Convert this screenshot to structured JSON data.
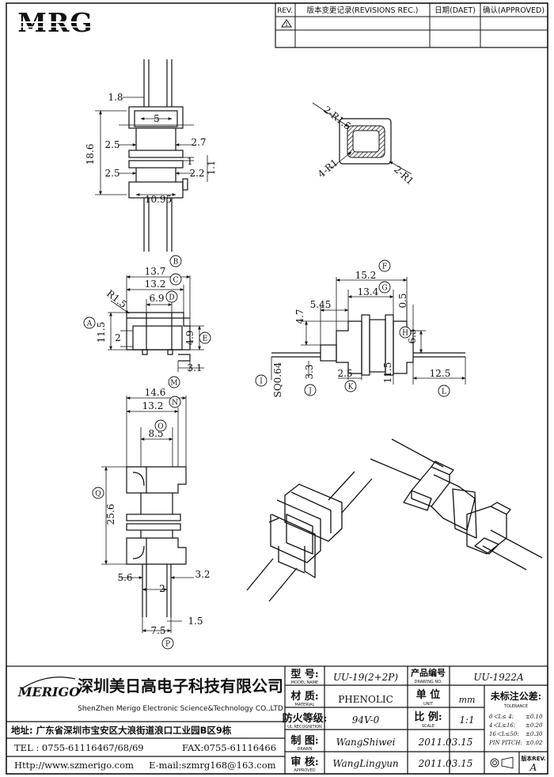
{
  "header": {
    "logo_text": "MRG",
    "rev_col": "REV.",
    "revision_col": "版本变更记录(REVISIONS REC.)",
    "date_col": "日期(DAET)",
    "approved_col": "确认(APPROVED)"
  },
  "dims_top": {
    "d1": "1.8",
    "d2": "5",
    "d3": "18.6",
    "d4": "2.5",
    "d5": "2.7",
    "d6": "1",
    "d7": "2.5",
    "d8": "2.2",
    "d9": "1.1",
    "d10": "10.95"
  },
  "dims_corner": {
    "c1": "2-R1.5",
    "c2": "4-R1",
    "c3": "2-R1"
  },
  "dims_mid_left": {
    "b": "13.7",
    "c": "13.2",
    "d": "6.9",
    "r": "R1.5",
    "a": "11.5",
    "two": "2",
    "e": "4.9",
    "bottom": "3.1"
  },
  "dims_mid_right": {
    "f": "15.2",
    "g": "13.4",
    "w545": "5.45",
    "w05": "0.5",
    "h47": "4.7",
    "h": "6.5",
    "sq": "SQ0.64",
    "j": "3.3",
    "k": "2.5",
    "h115": "11.5",
    "l": "12.5"
  },
  "dims_bottom": {
    "m": "14.6",
    "n": "13.2",
    "o": "8.5",
    "q": "25.6",
    "w56": "5.6",
    "w32": "3.2",
    "w2": "2",
    "w15": "1.5",
    "p": "7.5"
  },
  "circle_labels": [
    "A",
    "B",
    "C",
    "D",
    "E",
    "F",
    "G",
    "H",
    "I",
    "J",
    "K",
    "L",
    "M",
    "N",
    "O",
    "P",
    "Q"
  ],
  "title_block": {
    "company_logo": "MERIGO",
    "company_cn": "深圳美日高电子科技有限公司",
    "company_en": "ShenZhen Merigo Electronic Science&Technology CO.,LTD",
    "address": "地址: 广东省深圳市宝安区大浪街道浪口工业园B区9栋",
    "tel": "TEL : 0755-61116467/68/69",
    "fax": "FAX:0755-61116466",
    "http": "Http://www.szmerigo.com",
    "email": "E-mail:szmrg168@163.com",
    "model_cn": "型 号:",
    "model_en": "MODEL NAME",
    "model_val": "UU-19(2+2P)",
    "drawing_cn": "产品编号",
    "drawing_en": "DRAWING NO.",
    "drawing_val": "UU-1922A",
    "material_cn": "材 质:",
    "material_en": "MATERIAL",
    "material_val": "PHENOLIC",
    "unit_cn": "单 位",
    "unit_en": "UNIT",
    "unit_val": "mm",
    "tol_cn": "未标注公差:",
    "tol_en": "TOLERANCE",
    "fire_cn": "防火等级:",
    "fire_en": "UL RECOGNITION",
    "fire_val": "94V-0",
    "scale_cn": "比 例:",
    "scale_en": "SCALE",
    "scale_val": "1:1",
    "drawn_cn": "制 图:",
    "drawn_en": "DRAWN",
    "drawn_val": "WangShiwei",
    "drawn_date": "2011.03.15",
    "appr_cn": "审 核:",
    "appr_en": "APPROVED",
    "appr_val": "WangLingyun",
    "appr_date": "2011.03.15",
    "tol1": "0＜L≤ 4:",
    "tol1v": "±0.10",
    "tol2": "4＜L≤16:",
    "tol2v": "±0.20",
    "tol3": "16＜L≤50:",
    "tol3v": "±0.30",
    "tol4": "PIN PITCH:",
    "tol4v": "±0.02",
    "rev_cn": "版本REV.",
    "rev_val": "A"
  }
}
